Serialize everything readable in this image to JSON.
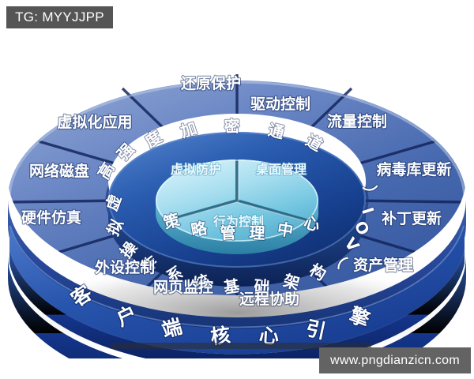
{
  "watermarks": {
    "tg_badge": "TG: MYYJJPP",
    "site_badge": "www.pngdianzicn.com"
  },
  "diagram": {
    "type": "concentric-ring-3d",
    "background_color": "#ffffff",
    "outer_ring_color": "#4668ae",
    "middle_ring_color": "#1f4fa0",
    "base_ring_color": "#1d47a0",
    "core_disc_color": "#8fd3e6",
    "outer_segments": [
      {
        "id": "seg-restore-protection",
        "label": "还原保护"
      },
      {
        "id": "seg-driver-control",
        "label": "驱动控制"
      },
      {
        "id": "seg-traffic-control",
        "label": "流量控制"
      },
      {
        "id": "seg-virus-db-update",
        "label": "病毒库更新"
      },
      {
        "id": "seg-patch-update",
        "label": "补丁更新"
      },
      {
        "id": "seg-asset-management",
        "label": "资产管理"
      },
      {
        "id": "seg-remote-assistance",
        "label": "远程协助"
      },
      {
        "id": "seg-web-monitoring",
        "label": "网页监控"
      },
      {
        "id": "seg-peripheral-control",
        "label": "外设控制"
      },
      {
        "id": "seg-hardware-emulation",
        "label": "硬件仿真"
      },
      {
        "id": "seg-network-disk",
        "label": "网络磁盘"
      },
      {
        "id": "seg-virtualization-app",
        "label": "虚拟化应用"
      }
    ],
    "middle_ring_top_text": "高强度加密通道",
    "middle_ring_bottom_text": "虚拟操作系统基础架构（VOI）",
    "middle_ring_inner_text": "策略管理中心",
    "core_wedges": [
      {
        "id": "core-virtual-protection",
        "label": "虚拟防护"
      },
      {
        "id": "core-desktop-management",
        "label": "桌面管理"
      },
      {
        "id": "core-behavior-control",
        "label": "行为控制"
      }
    ],
    "base_ring_text": "客户端核心引擎"
  }
}
